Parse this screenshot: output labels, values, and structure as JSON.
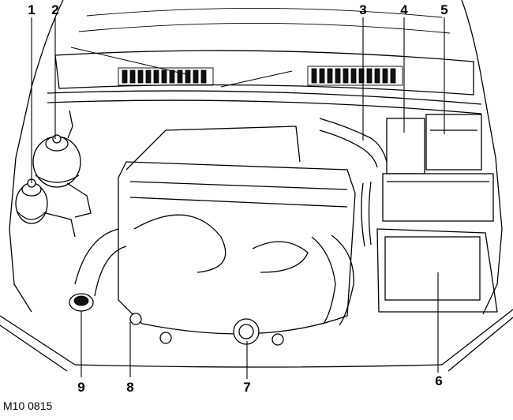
{
  "figure_ref": "M10 0815",
  "callouts": [
    {
      "n": "1"
    },
    {
      "n": "2"
    },
    {
      "n": "3"
    },
    {
      "n": "4"
    },
    {
      "n": "5"
    },
    {
      "n": "6"
    },
    {
      "n": "7"
    },
    {
      "n": "8"
    },
    {
      "n": "9"
    }
  ],
  "style": {
    "line_color": "#000000",
    "background": "#ffffff"
  }
}
